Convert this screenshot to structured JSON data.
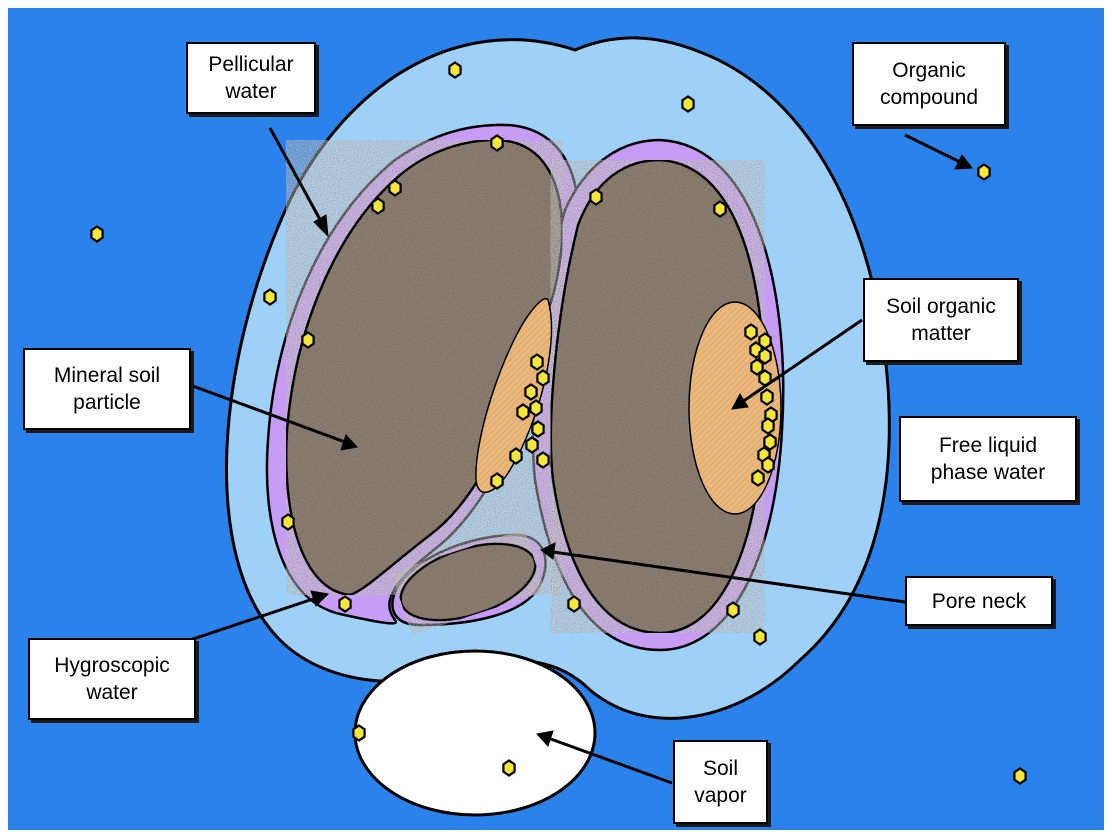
{
  "colors": {
    "background": "#2a82ea",
    "pellicular_water": "#9fd0f7",
    "hygroscopic_water": "#c79cf4",
    "mineral_particle": "#9a8a7c",
    "organic_matter": "#e9b87a",
    "organic_compound": "#f5e63c",
    "soil_vapor": "#ffffff"
  },
  "icons": {
    "organic_compound": "yellow-hexagon-icon"
  },
  "labels": {
    "pellicular_water": [
      "Pellicular",
      "water"
    ],
    "organic_compound": [
      "Organic",
      "compound"
    ],
    "mineral_soil_particle": [
      "Mineral soil",
      "particle"
    ],
    "soil_organic_matter": [
      "Soil organic",
      "matter"
    ],
    "free_liquid_phase_water": [
      "Free liquid",
      "phase water"
    ],
    "pore_neck": [
      "Pore neck"
    ],
    "hygroscopic_water": [
      "Hygroscopic",
      "water"
    ],
    "soil_vapor": [
      "Soil",
      "vapor"
    ]
  }
}
